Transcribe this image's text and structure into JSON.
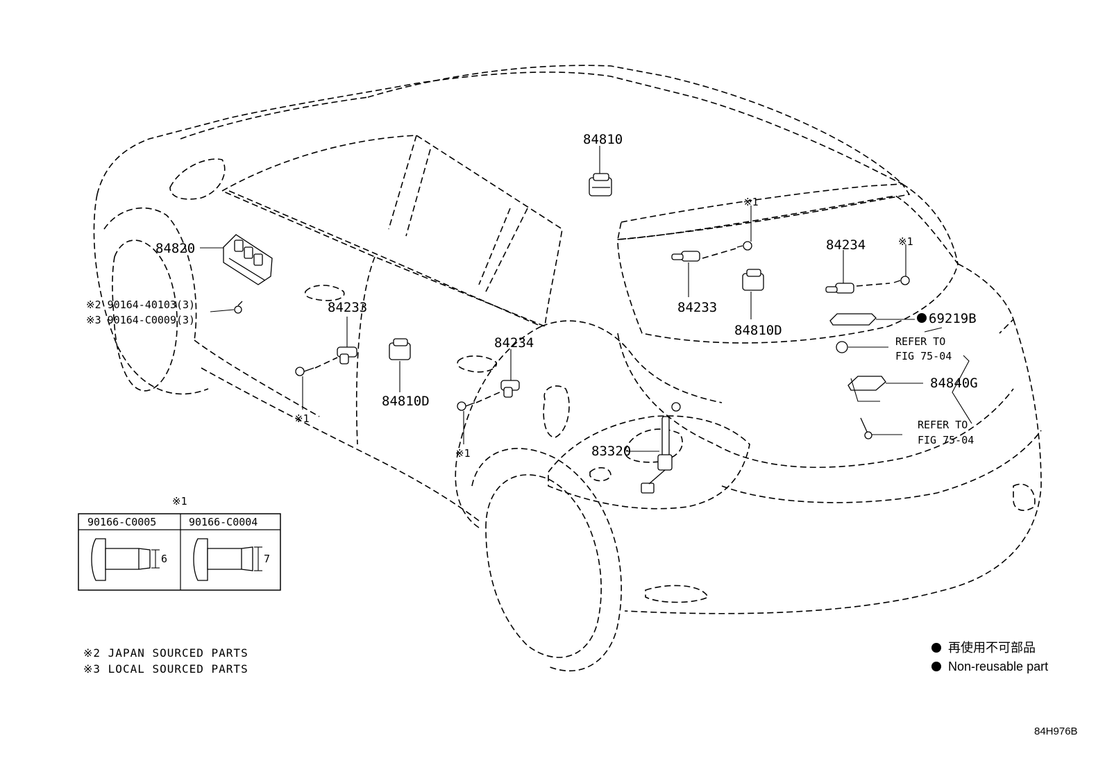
{
  "diagram": {
    "parts": {
      "p84810_top": "84810",
      "p84820": "84820",
      "note2_line": "※2 90164-40103(3)",
      "note3_line": "※3 90164-C0009(3)",
      "p84233_left": "84233",
      "p84810d_left": "84810D",
      "p84234_mid": "84234",
      "p83320": "83320",
      "p84233_right": "84233",
      "p84810d_right": "84810D",
      "p84234_right": "84234",
      "p69219b": "69219B",
      "refer1_a": "REFER TO",
      "refer1_b": "FIG 75-04",
      "p84840g": "84840G",
      "refer2_a": "REFER TO",
      "refer2_b": "FIG 75-04"
    },
    "marks": {
      "m1_a": "※1",
      "m1_b": "※1",
      "m1_c": "※1",
      "m1_d": "※1"
    },
    "clip_table": {
      "title": "※1",
      "col1": "90166-C0005",
      "col2": "90166-C0004",
      "dim1": "6",
      "dim2": "7"
    },
    "notes": {
      "japan": "※2 JAPAN SOURCED PARTS",
      "local": "※3 LOCAL SOURCED PARTS"
    },
    "legend": {
      "jp": "再使用不可部品",
      "en": "Non-reusable part"
    },
    "code": "84H976B"
  }
}
